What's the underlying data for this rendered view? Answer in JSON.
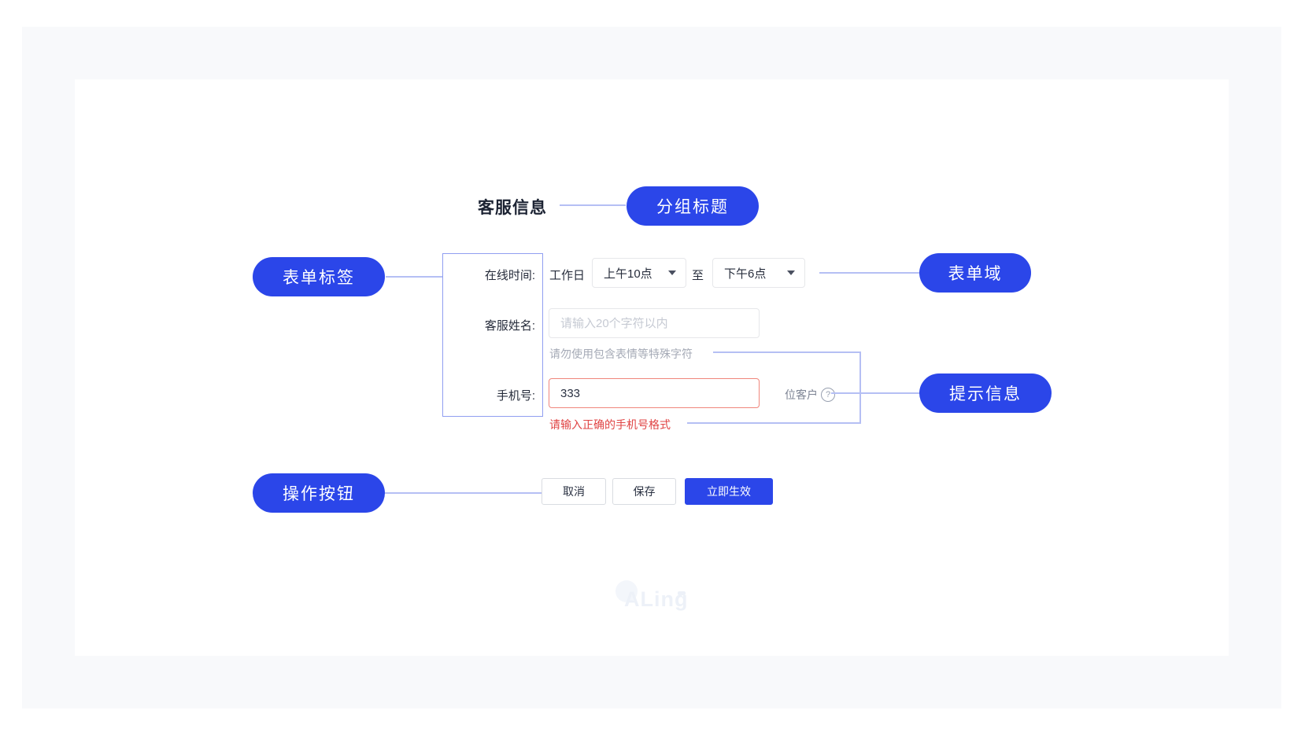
{
  "colors": {
    "annotation_pill": "#2b46e9",
    "primary_button": "#2b46e9",
    "connector_line": "#b5bff4",
    "label_box_border": "#909ef1",
    "error_text": "#e04444",
    "error_border": "#f0867c",
    "hint_text": "#a5aab6",
    "page_background": "#f8f9fb"
  },
  "annotations": {
    "group_title": "分组标题",
    "form_label": "表单标签",
    "form_field": "表单域",
    "tip_info": "提示信息",
    "action_buttons": "操作按钮"
  },
  "form": {
    "title": "客服信息",
    "online_time": {
      "label": "在线时间:",
      "prefix": "工作日",
      "start": "上午10点",
      "separator": "至",
      "end": "下午6点"
    },
    "service_name": {
      "label": "客服姓名:",
      "placeholder": "请输入20个字符以内",
      "hint": "请勿使用包含表情等特殊字符"
    },
    "phone": {
      "label": "手机号:",
      "value": "333",
      "suffix": "位客户",
      "help_icon": "?",
      "error": "请输入正确的手机号格式"
    },
    "buttons": {
      "cancel": "取消",
      "save": "保存",
      "apply": "立即生效"
    }
  },
  "watermark": {
    "text": "ALing"
  }
}
